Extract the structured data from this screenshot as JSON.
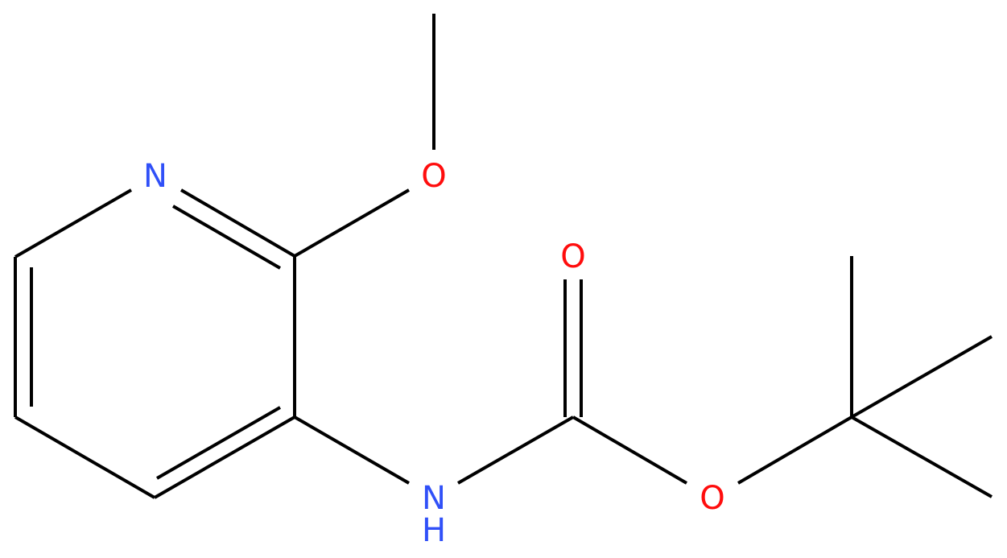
{
  "molecule": {
    "atoms": {
      "pyridine_nitrogen": {
        "label": "N",
        "color": "#3050F8"
      },
      "methoxy_oxygen": {
        "label": "O",
        "color": "#FF0D0D"
      },
      "carbonyl_oxygen": {
        "label": "O",
        "color": "#FF0D0D"
      },
      "ester_oxygen": {
        "label": "O",
        "color": "#FF0D0D"
      },
      "amide_nitrogen": {
        "label": "N",
        "color": "#3050F8"
      },
      "amide_hydrogen": {
        "label": "H",
        "color": "#3050F8"
      }
    },
    "bond_color": "#000000"
  }
}
